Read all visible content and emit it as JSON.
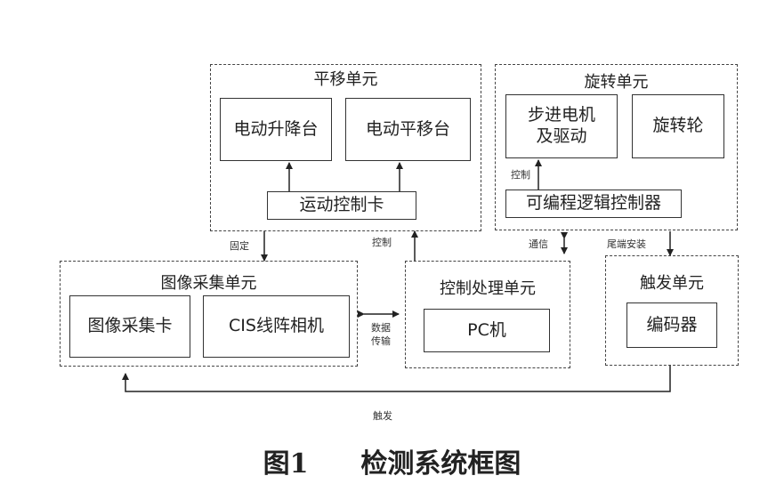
{
  "groups": {
    "translation_unit": "平移单元",
    "rotation_unit": "旋转单元",
    "image_unit": "图像采集单元",
    "control_unit": "控制处理单元",
    "trigger_unit": "触发单元"
  },
  "boxes": {
    "electric_lift": "电动升降台",
    "electric_translation": "电动平移台",
    "motion_card": "运动控制卡",
    "stepper": "步进电机\n及驱动",
    "rotary_wheel": "旋转轮",
    "plc": "可编程逻辑控制器",
    "capture_card": "图像采集卡",
    "cis_camera": "CIS线阵相机",
    "pc": "PC机",
    "encoder": "编码器"
  },
  "labels": {
    "fixed": "固定",
    "control_left": "控制",
    "control_right": "控制",
    "communication": "通信",
    "tail_mount": "尾端安装",
    "data_transfer": "数据\n传输",
    "trigger": "触发"
  },
  "caption": {
    "figure_no": "图1",
    "title": "检测系统框图"
  }
}
